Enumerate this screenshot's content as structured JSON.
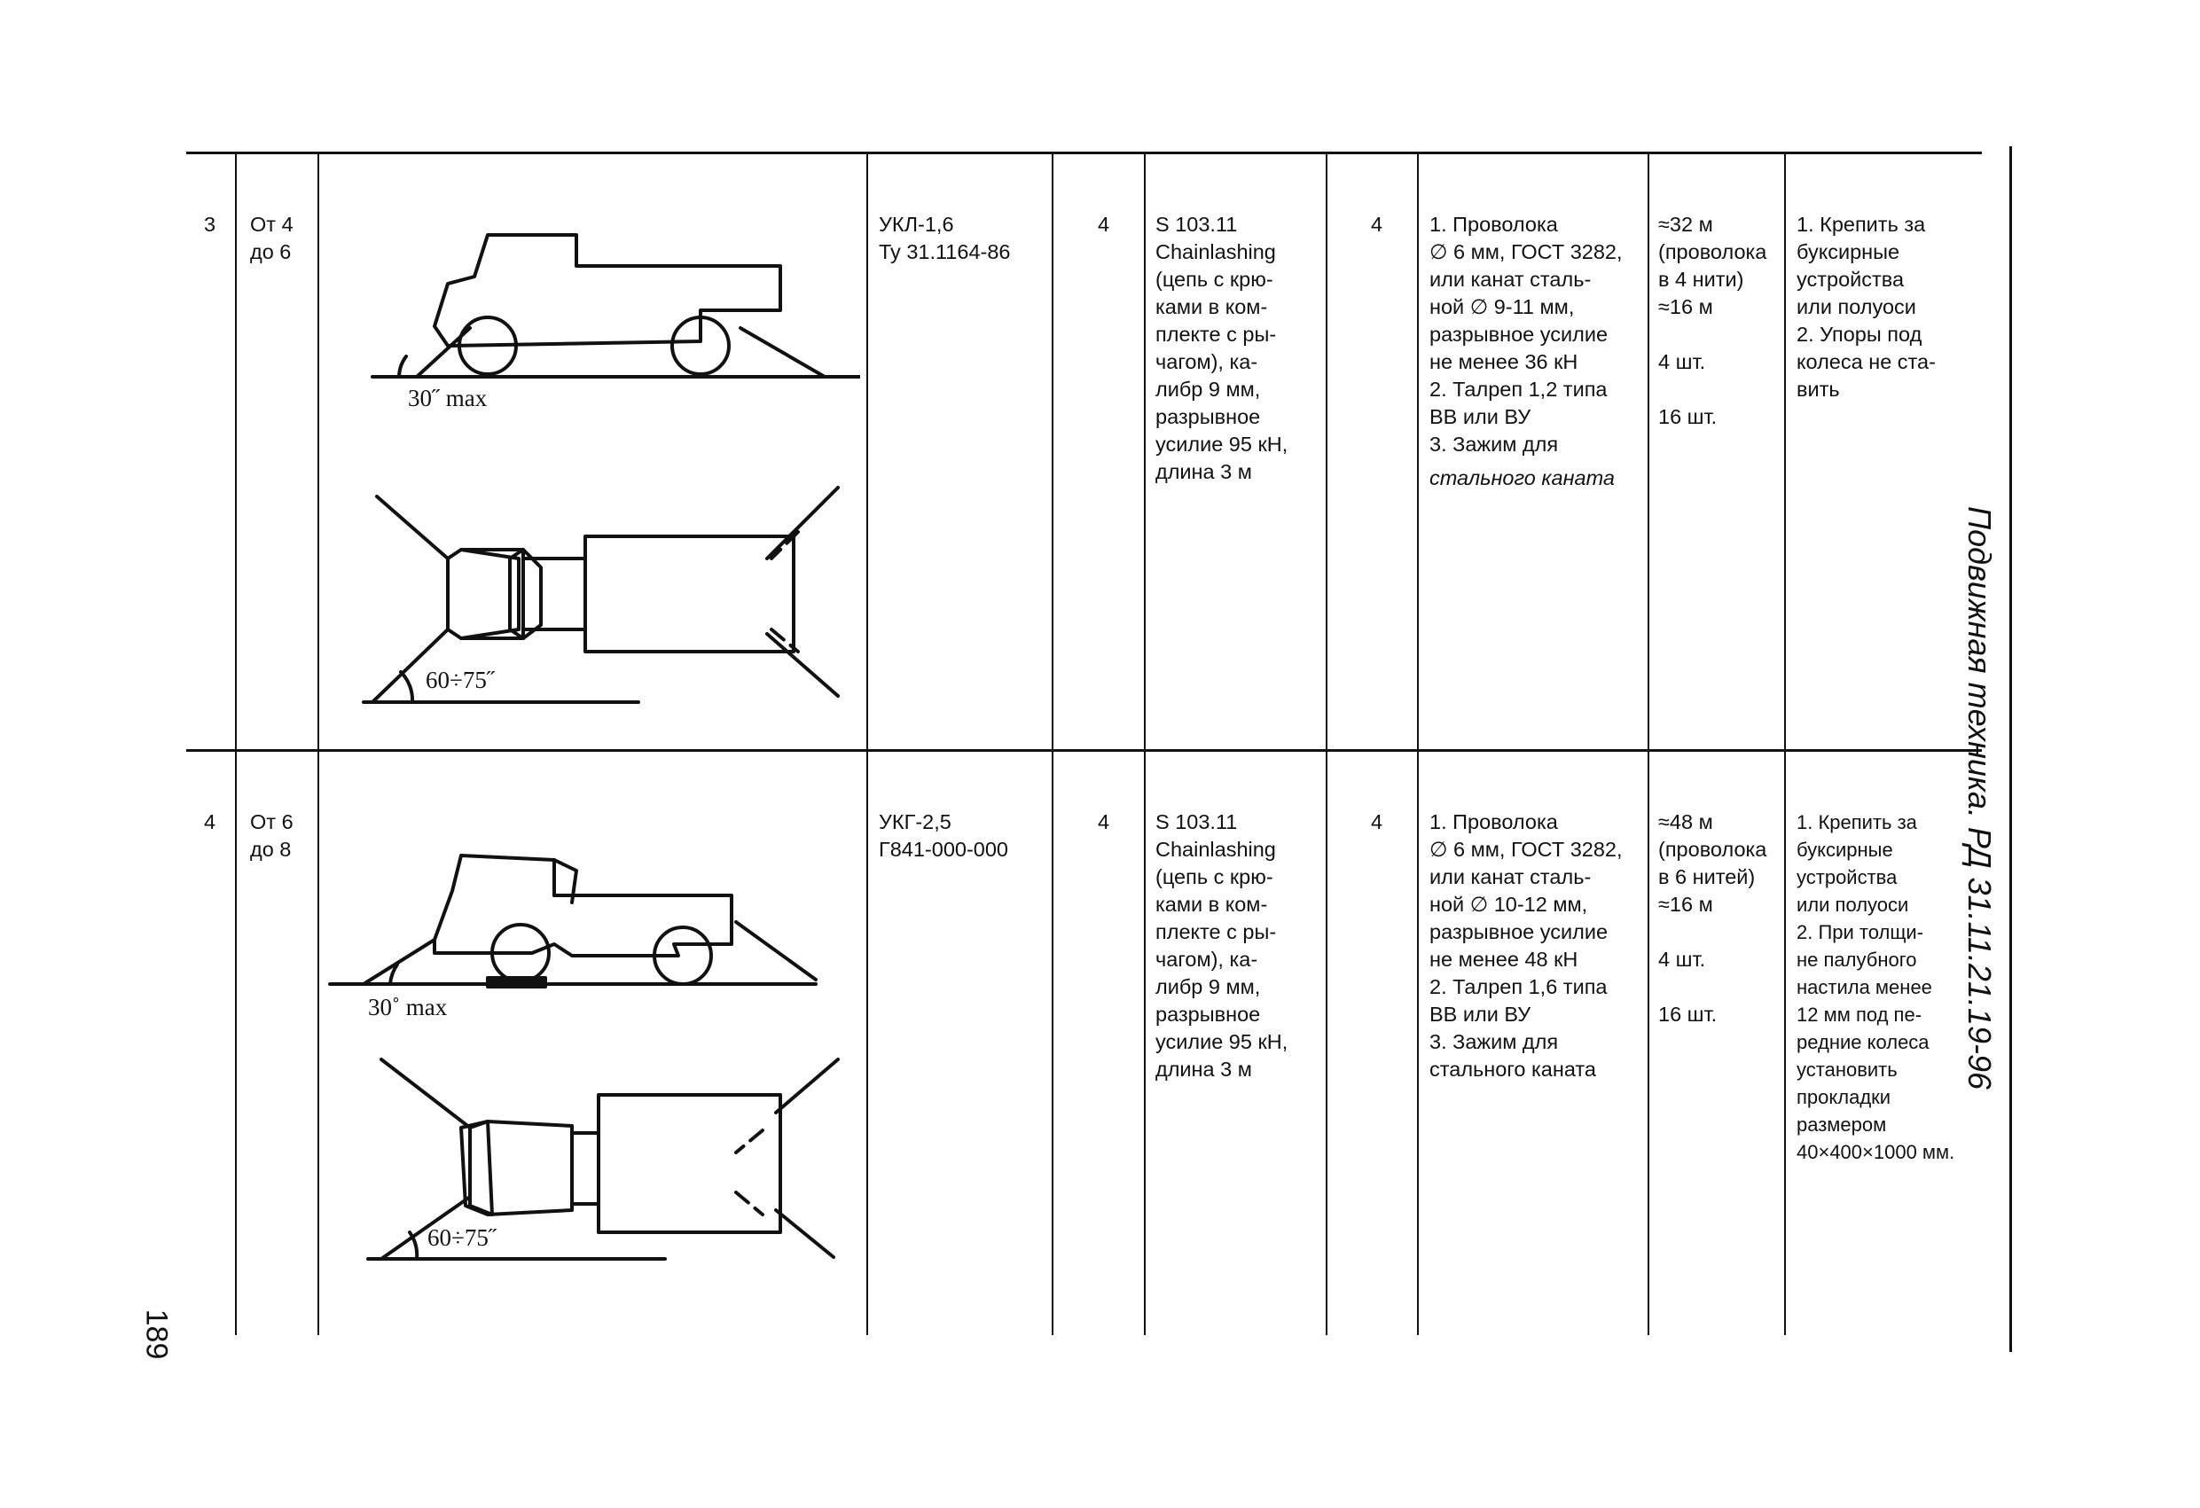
{
  "rows": [
    {
      "num": "3",
      "mass": "От 4\nдо 6",
      "drawing_labels": {
        "side_angle": "30˝ max",
        "plan_angle": "60÷75˝"
      },
      "device": "УКЛ-1,6\nТу 31.1164-86",
      "device_qty": "4",
      "lashing": "S 103.11\nChainlashing\n(цепь с крю-\nками в ком-\nплекте с ры-\nчагом), ка-\nлибр 9 мм,\nразрывное\nусилие 95 кН,\nдлина 3 м",
      "lashing_qty": "4",
      "materials_1": "1. Проволока\n∅ 6 мм, ГОСТ 3282,\nили канат сталь-\nной ∅ 9-11 мм,\nразрывное усилие\nне менее 36 кН\n2. Талреп 1,2 типа\nВВ или ВУ\n3. Зажим для",
      "materials_2": "стального каната",
      "amount": "≈32 м\n(проволока\nв 4 нити)\n≈16 м\n\n4 шт.\n\n16 шт.",
      "notes": "1. Крепить за\nбуксирные\nустройства\nили полуоси\n2. Упоры под\nколеса не ста-\nвить"
    },
    {
      "num": "4",
      "mass": "От 6\nдо 8",
      "drawing_labels": {
        "side_angle": "30˚ max",
        "plan_angle": "60÷75˝"
      },
      "device": "УКГ-2,5\nГ841-000-000",
      "device_qty": "4",
      "lashing": "S 103.11\nChainlashing\n(цепь с крю-\nками в ком-\nплекте с ры-\nчагом), ка-\nлибр 9 мм,\nразрывное\nусилие 95 кН,\nдлина 3 м",
      "lashing_qty": "4",
      "materials": "1. Проволока\n∅ 6 мм, ГОСТ 3282,\nили канат сталь-\nной ∅ 10-12 мм,\nразрывное усилие\nне менее 48 кН\n2. Талреп 1,6 типа\nВВ или ВУ\n3. Зажим для\nстального каната",
      "amount": "≈48 м\n(проволока\nв 6 нитей)\n≈16 м\n\n4 шт.\n\n16 шт.",
      "notes": "1. Крепить за\nбуксирные\nустройства\nили полуоси\n2. При толщи-\nне палубного\nнастила менее\n12 мм под пе-\nредние колеса\nустановить\nпрокладки\nразмером\n40×400×1000 мм."
    }
  ],
  "running_head": "Подвижная техника. РД 31.11.21.19-96",
  "page_number": "189"
}
